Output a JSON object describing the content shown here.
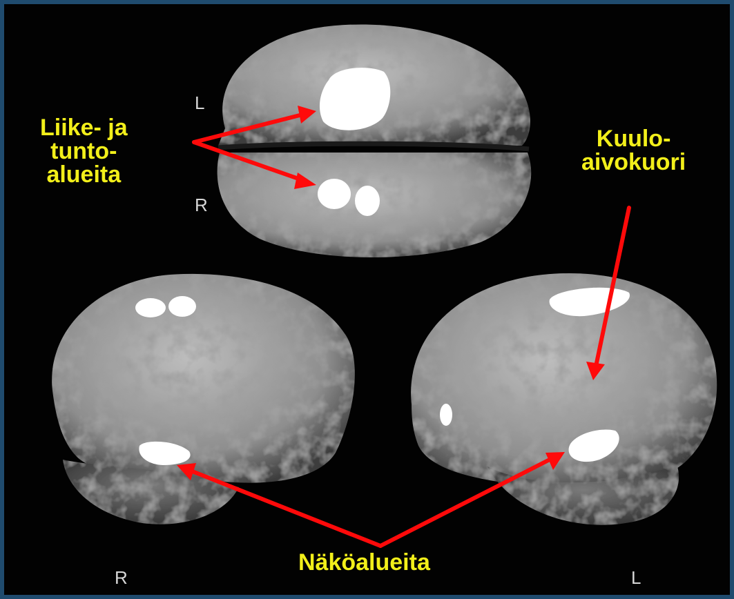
{
  "labels": {
    "motor_sensory": [
      "Liike- ja",
      "tunto-",
      "alueita"
    ],
    "auditory": [
      "Kuulo-",
      "aivokuori"
    ],
    "visual": "Näköalueita"
  },
  "orientation": {
    "top_left": "L",
    "top_right": "R",
    "bottom_left": "R",
    "bottom_right": "L"
  },
  "colors": {
    "label_text": "#f2ef1a",
    "arrow": "#ff0a0a",
    "background": "#020202",
    "activation": "#ffffff",
    "border": "#1f4b6e"
  },
  "images": [
    "brain-top-view",
    "brain-right-lateral-view",
    "brain-left-lateral-view"
  ]
}
